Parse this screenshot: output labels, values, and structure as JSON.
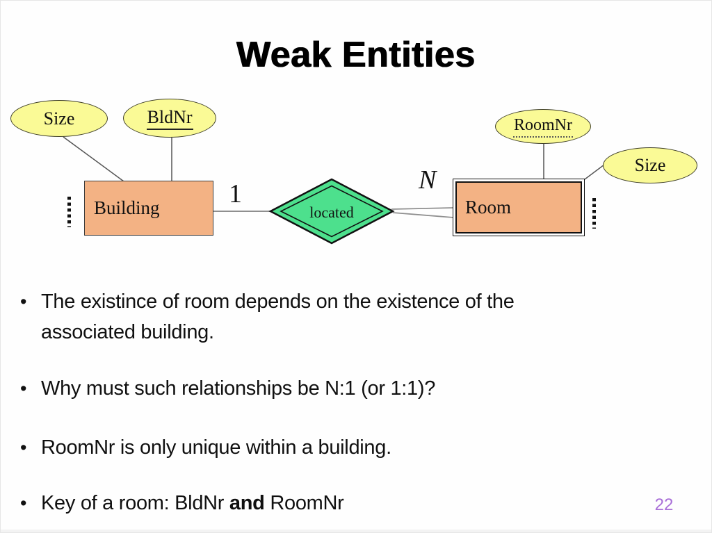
{
  "title": "Weak Entities",
  "page_number": "22",
  "bullet_char": "•",
  "diagram": {
    "attributes": {
      "building_size": {
        "label": "Size"
      },
      "building_key": {
        "label": "BldNr"
      },
      "room_partial_key": {
        "label": "RoomNr"
      },
      "room_size": {
        "label": "Size"
      }
    },
    "entities": {
      "building": {
        "label": "Building"
      },
      "room": {
        "label": "Room"
      }
    },
    "relationship": {
      "label": "located"
    },
    "cardinalities": {
      "one": "1",
      "n": "N"
    }
  },
  "bullets": [
    {
      "text": "The existince of room depends on the existence of the associated building."
    },
    {
      "text": "Why must such relationships be N:1 (or 1:1)?"
    },
    {
      "text": "RoomNr is only unique within a building."
    },
    {
      "parts": {
        "prefix": "Key of a room: BldNr",
        "bold": " and ",
        "suffix": "RoomNr"
      }
    }
  ],
  "colors": {
    "attribute_fill": "#fafa96",
    "entity_fill": "#f3b284",
    "relationship_fill": "#4de08d",
    "page_number": "#a96fd8",
    "text": "#111111"
  }
}
